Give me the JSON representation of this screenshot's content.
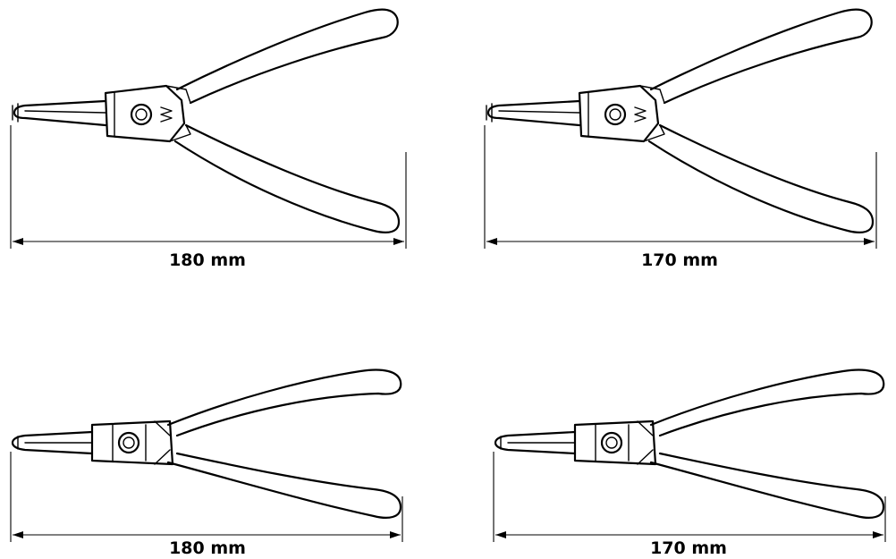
{
  "tools": [
    {
      "id": "tool-1",
      "kind": "external-circlip-pliers",
      "length_label": "180 mm"
    },
    {
      "id": "tool-2",
      "kind": "external-circlip-pliers",
      "length_label": "170 mm"
    },
    {
      "id": "tool-3",
      "kind": "internal-circlip-pliers",
      "length_label": "180 mm"
    },
    {
      "id": "tool-4",
      "kind": "internal-circlip-pliers",
      "length_label": "170 mm"
    }
  ],
  "colors": {
    "line": "#000000",
    "background": "#ffffff"
  }
}
